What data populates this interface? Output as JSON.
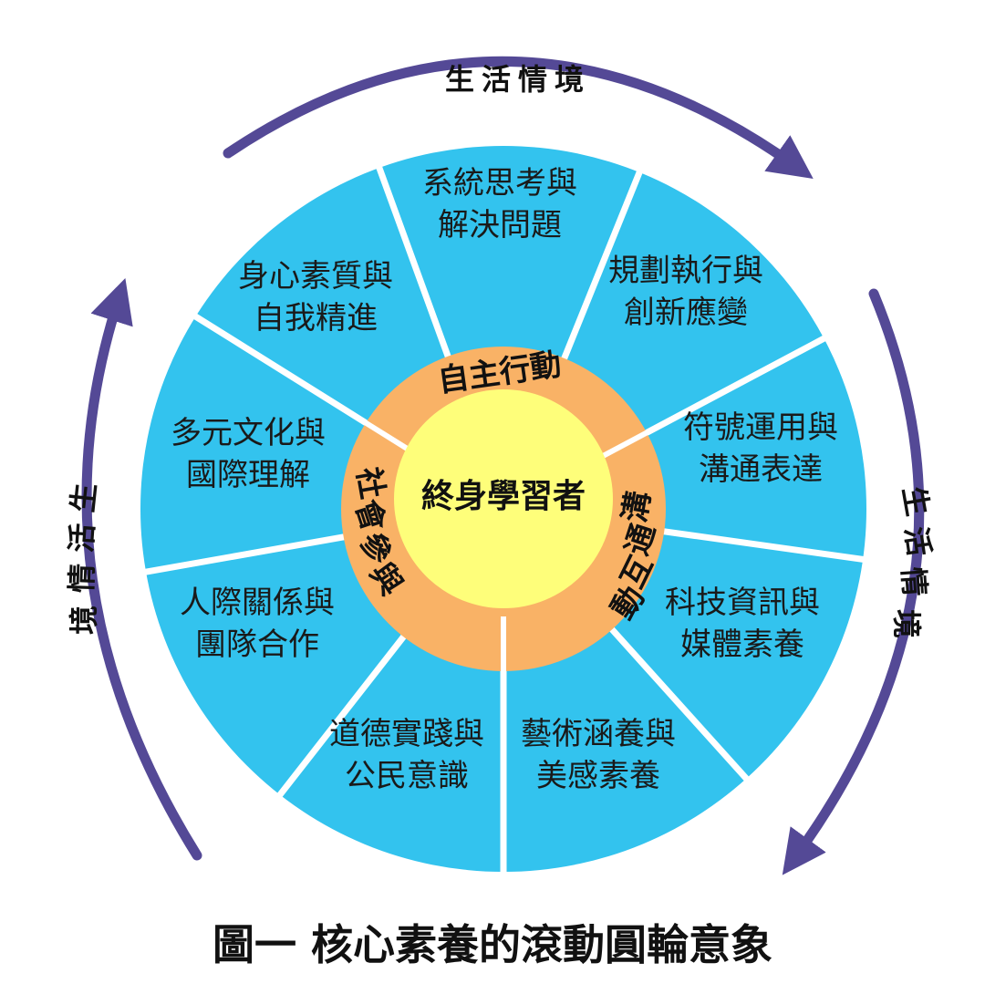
{
  "colors": {
    "segment_fill": "#33c3ee",
    "divider": "#ffffff",
    "ring_fill": "#f9b266",
    "center_fill": "#fefe7a",
    "arrow": "#544996",
    "text": "#111111"
  },
  "center": {
    "label": "終身學習者"
  },
  "ring": {
    "top": "自主行動",
    "right": [
      "溝",
      "通",
      "互",
      "動"
    ],
    "left": [
      "社",
      "會",
      "參",
      "與"
    ]
  },
  "segments": [
    {
      "lines": [
        "系統思考與",
        "解決問題"
      ]
    },
    {
      "lines": [
        "規劃執行與",
        "創新應變"
      ]
    },
    {
      "lines": [
        "符號運用與",
        "溝通表達"
      ]
    },
    {
      "lines": [
        "科技資訊與",
        "媒體素養"
      ]
    },
    {
      "lines": [
        "藝術涵養與",
        "美感素養"
      ]
    },
    {
      "lines": [
        "道德實踐與",
        "公民意識"
      ]
    },
    {
      "lines": [
        "人際關係與",
        "團隊合作"
      ]
    },
    {
      "lines": [
        "多元文化與",
        "國際理解"
      ]
    },
    {
      "lines": [
        "身心素質與",
        "自我精進"
      ]
    }
  ],
  "context": {
    "top": "生活情境",
    "right": [
      "生",
      "活",
      "情",
      "境"
    ],
    "left": [
      "境",
      "情",
      "活",
      "生"
    ]
  },
  "caption": "圖一 核心素養的滾動圓輪意象"
}
